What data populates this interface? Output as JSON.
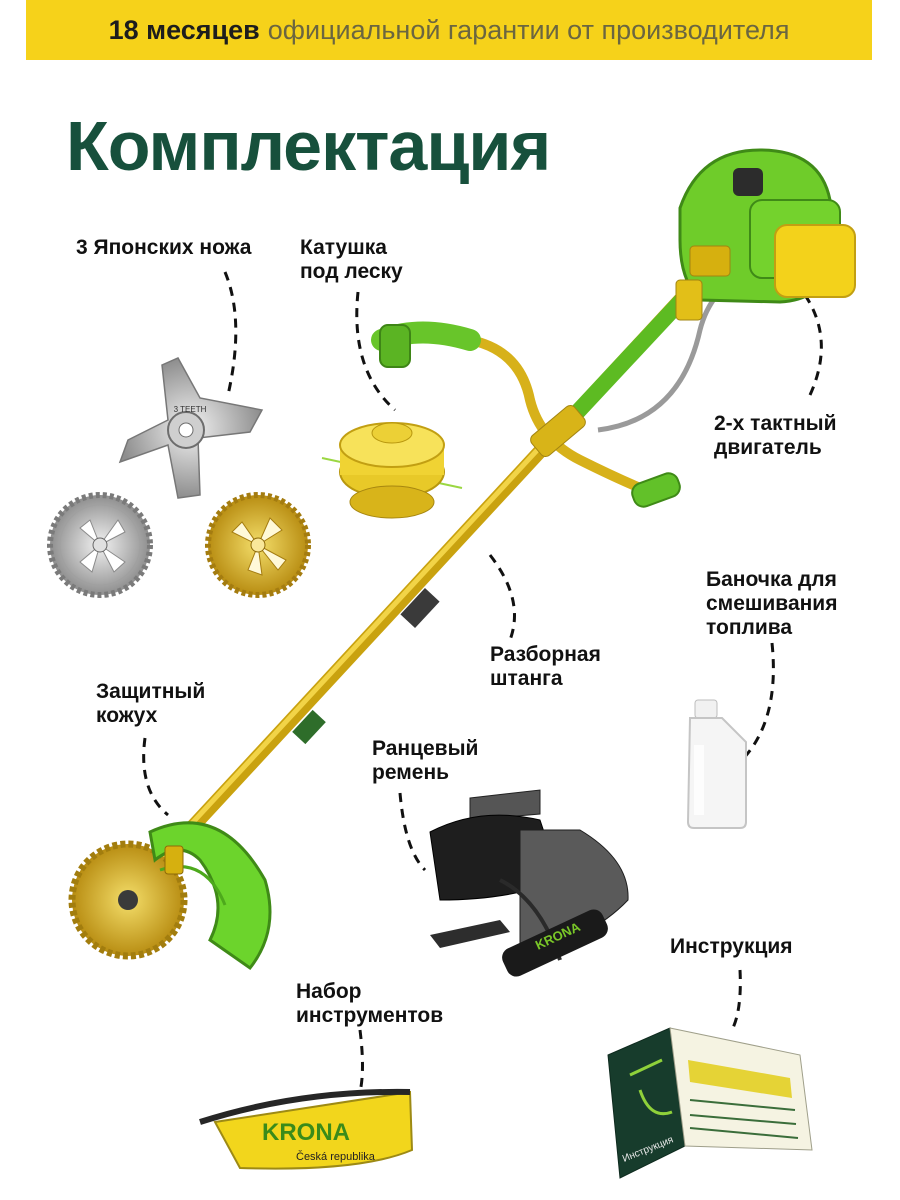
{
  "banner": {
    "bold": "18 месяцев",
    "light": "официальной гарантии от производителя"
  },
  "title": "Комплектация",
  "labels": {
    "knives": "3 Японских ножа",
    "spool_1": "Катушка",
    "spool_2": "под леску",
    "engine_1": "2-х тактный",
    "engine_2": "двигатель",
    "can_1": "Баночка для",
    "can_2": "смешивания",
    "can_3": "топлива",
    "shaft_1": "Разборная",
    "shaft_2": "штанга",
    "guard_1": "Защитный",
    "guard_2": "кожух",
    "belt_1": "Ранцевый",
    "belt_2": "ремень",
    "tools_1": "Набор",
    "tools_2": "инструментов",
    "manual": "Инструкция"
  },
  "product_print": {
    "blade_text": "3 TEETH",
    "brand": "KRONA",
    "brand_sub": "Česká republika",
    "manual_cover": "Инструкция"
  },
  "colors": {
    "banner": "#f6d21a",
    "title": "#17503c",
    "green": "#6cc928",
    "yellow": "#e9c21c"
  }
}
